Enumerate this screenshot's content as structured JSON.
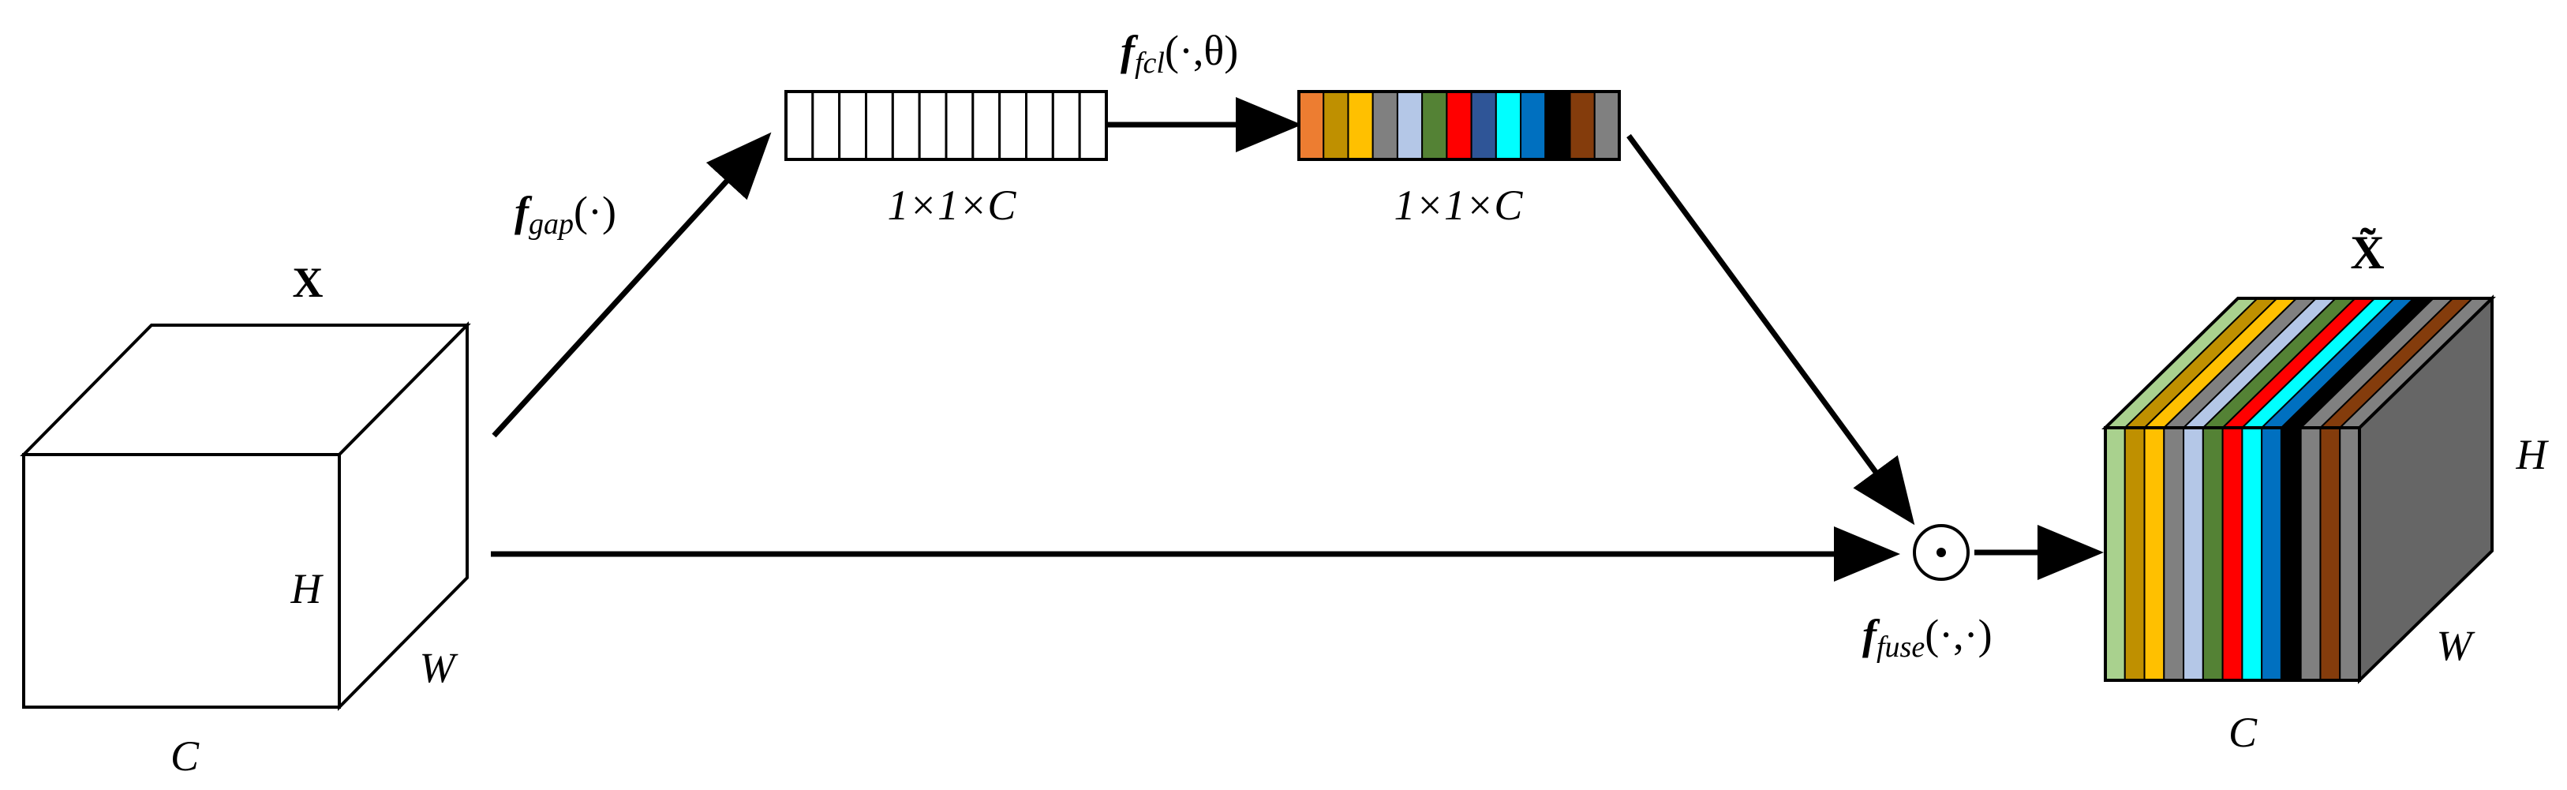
{
  "input_tensor": {
    "label": "X",
    "height_label": "H",
    "width_label": "W",
    "channel_label": "C"
  },
  "gap": {
    "func": "f",
    "sub": "gap",
    "args": "(·)"
  },
  "gap_vector": {
    "label": "1×1×C",
    "cells": 12
  },
  "fcl": {
    "func": "f",
    "sub": "fcl",
    "args": "(·,θ)"
  },
  "weight_vector": {
    "label": "1×1×C",
    "colors": [
      "#ED7D31",
      "#BF9000",
      "#FFC000",
      "#808080",
      "#B4C7E7",
      "#548235",
      "#FF0000",
      "#2F5597",
      "#00FFFF",
      "#0070C0",
      "#000000",
      "#843C0C",
      "#808080"
    ]
  },
  "fuse": {
    "func": "f",
    "sub": "fuse",
    "args": "(·,·)",
    "operator": "⊙"
  },
  "output_tensor": {
    "label": "X̃",
    "height_label": "H",
    "width_label": "W",
    "channel_label": "C",
    "colors": [
      "#A9D18E",
      "#BF9000",
      "#FFC000",
      "#808080",
      "#B4C7E7",
      "#548235",
      "#FF0000",
      "#00FFFF",
      "#0070C0",
      "#000000",
      "#808080",
      "#843C0C",
      "#808080"
    ]
  }
}
